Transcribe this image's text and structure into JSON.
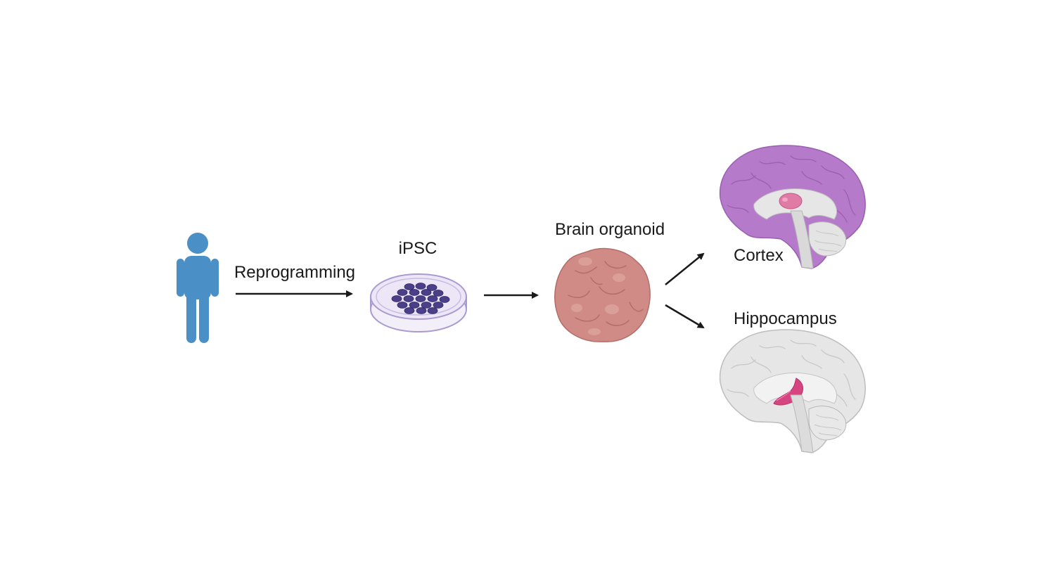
{
  "labels": {
    "reprogramming": "Reprogramming",
    "ipsc": "iPSC",
    "brain_organoid": "Brain organoid",
    "cortex": "Cortex",
    "hippocampus": "Hippocampus"
  },
  "icons": {
    "person": "person-icon",
    "dish": "petri-dish-icon",
    "organoid": "brain-organoid-icon",
    "cortex_brain": "brain-cortex-highlight-icon",
    "hippocampus_brain": "brain-hippocampus-highlight-icon"
  },
  "colors": {
    "person": "#4b8fc7",
    "dish_rim": "#a99ad0",
    "dish_fill": "#ece6f6",
    "cells": "#4a3f88",
    "organoid": "#d08b86",
    "cortex": "#b57ac9",
    "hippocampus": "#d6457f",
    "brain_gray": "#e2e2e2",
    "arrow": "#1a1a1a"
  }
}
